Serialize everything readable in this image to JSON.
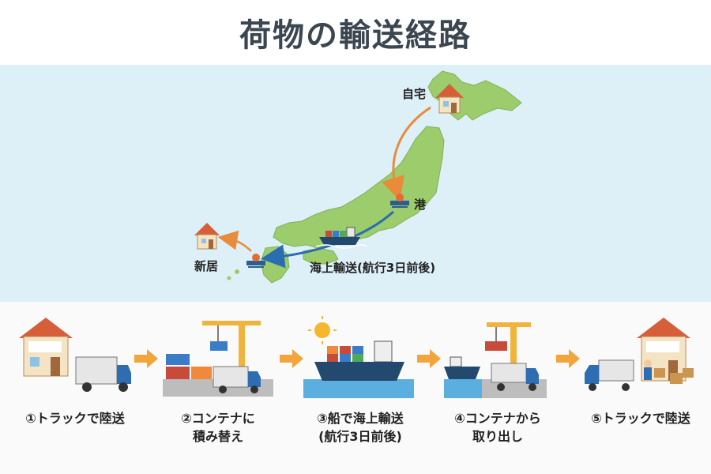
{
  "title": "荷物の輸送経路",
  "map": {
    "origin_label": "自宅",
    "port_label": "港",
    "sea_route_label": "海上輸送(航行3日前後)",
    "destination_label": "新居"
  },
  "steps": [
    {
      "label": "①トラックで陸送"
    },
    {
      "label": "②コンテナに\n積み替え"
    },
    {
      "label": "③船で海上輸送\n(航行3日前後)"
    },
    {
      "label": "④コンテナから\n取り出し"
    },
    {
      "label": "⑤トラックで陸送"
    }
  ],
  "colors": {
    "sea": "#ddf0f7",
    "land": "#9ccc6c",
    "land_route": "#e98b3a",
    "sea_route": "#2a6db0",
    "arrow": "#f2a53b"
  },
  "icons": [
    "house-icon",
    "port-icon",
    "ship-icon",
    "truck-icon",
    "crane-icon",
    "container-icon",
    "sun-icon",
    "worker-icon"
  ]
}
